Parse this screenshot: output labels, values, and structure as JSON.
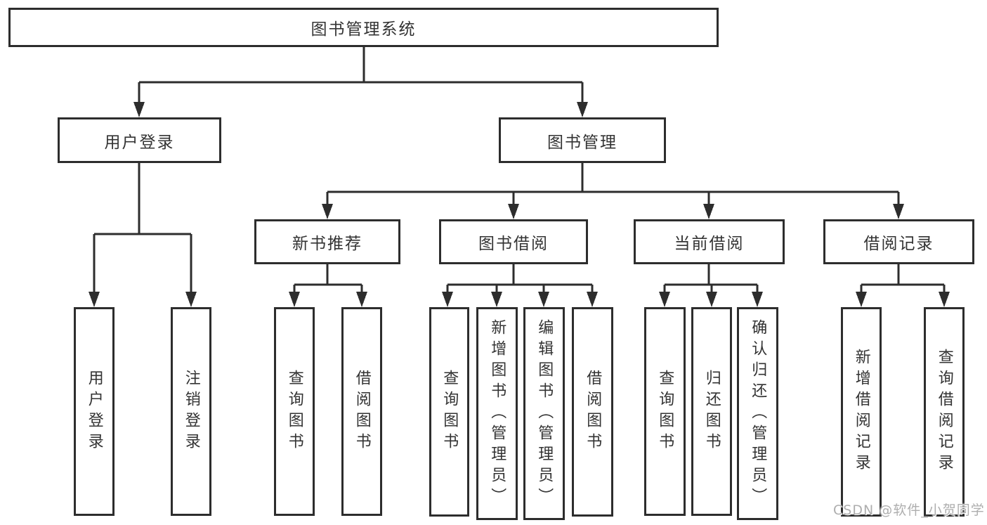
{
  "diagram_title": "图书管理系统",
  "tree": {
    "label": "图书管理系统",
    "children": [
      {
        "label": "用户登录",
        "children": [
          {
            "label": "用户登录"
          },
          {
            "label": "注销登录"
          }
        ]
      },
      {
        "label": "图书管理",
        "children": [
          {
            "label": "新书推荐",
            "children": [
              {
                "label": "查询图书"
              },
              {
                "label": "借阅图书"
              }
            ]
          },
          {
            "label": "图书借阅",
            "children": [
              {
                "label": "查询图书"
              },
              {
                "label": "新增图书（管理员）"
              },
              {
                "label": "编辑图书（管理员）"
              },
              {
                "label": "借阅图书"
              }
            ]
          },
          {
            "label": "当前借阅",
            "children": [
              {
                "label": "查询图书"
              },
              {
                "label": "归还图书"
              },
              {
                "label": "确认归还（管理员）"
              }
            ]
          },
          {
            "label": "借阅记录",
            "children": [
              {
                "label": "新增借阅记录"
              },
              {
                "label": "查询借阅记录"
              }
            ]
          }
        ]
      }
    ]
  },
  "watermark": "CSDN @软件_小贺同学",
  "colors": {
    "line": "#2d2d2d",
    "text": "#333333",
    "background": "#ffffff",
    "watermark": "#aeaeae"
  }
}
